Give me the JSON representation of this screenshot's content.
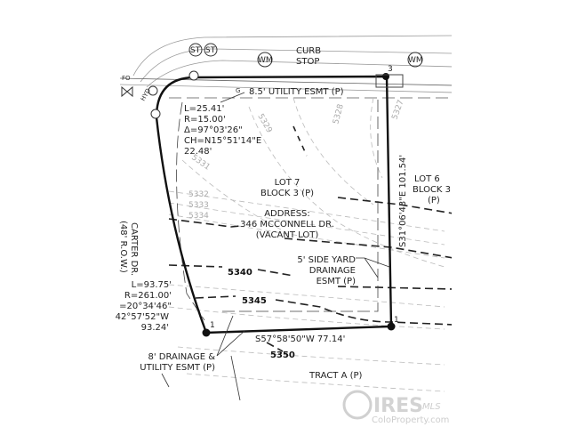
{
  "plat": {
    "top_labels": {
      "st1": "ST",
      "st2": "ST",
      "wm1": "WM",
      "wm2": "WM",
      "curb": "CURB",
      "stop": "STOP",
      "fo": "FO",
      "g": "G",
      "point3": "3",
      "hyd": "HYD"
    },
    "utility_esmt": "8.5' UTILITY ESMT (P)",
    "curve1": {
      "l": "L=25.41'",
      "r": "R=15.00'",
      "delta": "Δ=97°03'26\"",
      "ch": "CH=N15°51'14\"E",
      "dist": "22.48'"
    },
    "contours": {
      "c5327": "5327",
      "c5328": "5328",
      "c5329": "5329",
      "c5331": "5331",
      "c5332": "5332",
      "c5333": "5333",
      "c5334": "5334",
      "c5340": "5340",
      "c5345": "5345",
      "c5350": "5350"
    },
    "lot": {
      "name": "LOT 7",
      "block": "BLOCK 3 (P)",
      "address_label": "ADDRESS:",
      "address": "346 MCCONNELL DR.",
      "status": "(VACANT LOT)"
    },
    "adjacent_lot": {
      "name": "LOT 6",
      "block": "BLOCK 3",
      "plat": "(P)"
    },
    "east_bearing": "S31°06'43\"E 101.54'",
    "side_yard": {
      "l1": "5' SIDE YARD",
      "l2": "DRAINAGE",
      "l3": "ESMT (P)"
    },
    "street": {
      "name": "CARTER DR.",
      "row": "(48' R.O.W.)"
    },
    "curve2": {
      "l": "L=93.75'",
      "r": "R=261.00'",
      "delta": "=20°34'46\"",
      "ch": "42°57'52\"W",
      "dist": "93.24'"
    },
    "south_bearing": "S57°58'50\"W 77.14'",
    "drainage_esmt": {
      "l1": "8' DRAINAGE &",
      "l2": "UTILITY ESMT (P)"
    },
    "tract": "TRACT A (P)",
    "corner_labels": {
      "sw": "1",
      "se": "1"
    }
  },
  "watermark": {
    "brand": "IRES",
    "mls": "MLS",
    "site": "ColoProperty.com"
  }
}
